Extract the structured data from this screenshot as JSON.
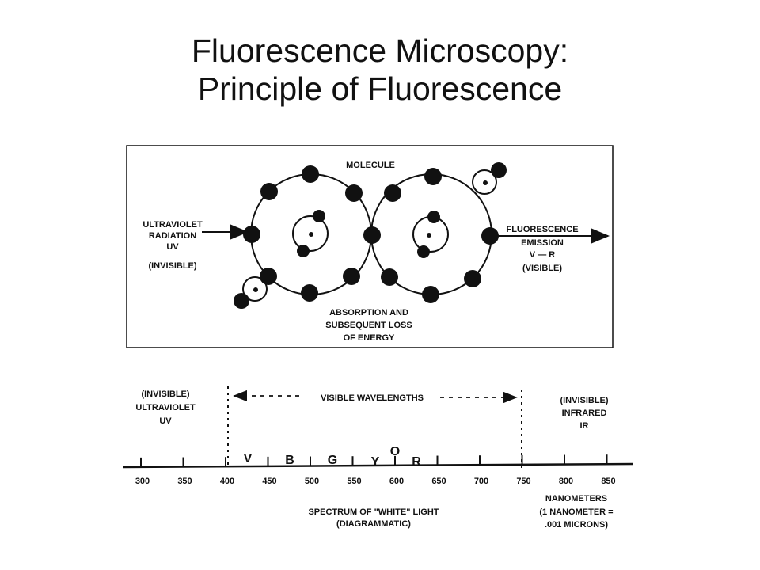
{
  "slide": {
    "title_line1": "Fluorescence Microscopy:",
    "title_line2": "Principle of Fluorescence"
  },
  "molecule_figure": {
    "label_molecule": "MOLECULE",
    "uv_lines": [
      "ULTRAVIOLET",
      "RADIATION",
      "UV",
      "(INVISIBLE)"
    ],
    "emission_lines": [
      "FLUORESCENCE",
      "EMISSION",
      "V — R",
      "(VISIBLE)"
    ],
    "absorption_lines": [
      "ABSORPTION AND",
      "SUBSEQUENT LOSS",
      "OF ENERGY"
    ]
  },
  "spectrum_figure": {
    "left_lines": [
      "(INVISIBLE)",
      "ULTRAVIOLET",
      "UV"
    ],
    "right_lines": [
      "(INVISIBLE)",
      "INFRARED",
      "IR"
    ],
    "visible_label": "VISIBLE WAVELENGTHS",
    "tick_values": [
      "300",
      "350",
      "400",
      "450",
      "500",
      "550",
      "600",
      "650",
      "700",
      "750",
      "800",
      "850"
    ],
    "color_letters": [
      "V",
      "B",
      "G",
      "Y",
      "O",
      "R"
    ],
    "caption_lines": [
      "SPECTRUM OF \"WHITE\" LIGHT",
      "(DIAGRAMMATIC)"
    ],
    "unit_lines": [
      "NANOMETERS",
      "(1 NANOMETER =",
      ".001 MICRONS)"
    ]
  }
}
